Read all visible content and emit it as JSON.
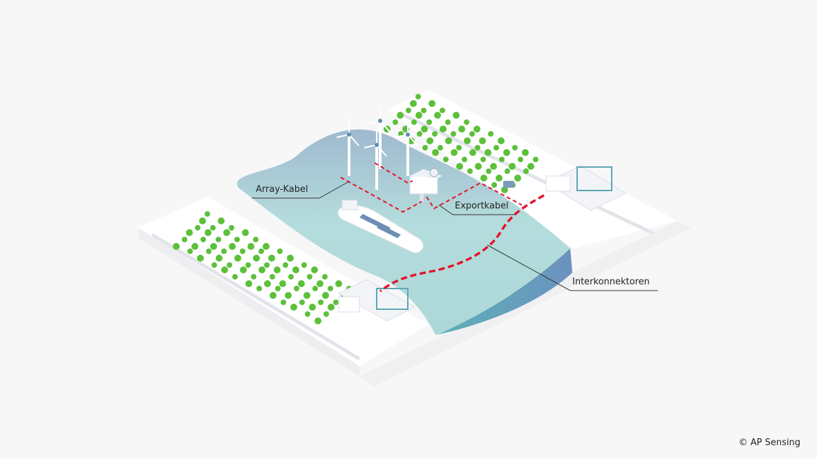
{
  "labels": {
    "array_cable": "Array-Kabel",
    "export_cable": "Exportkabel",
    "interconnectors": "Interkonnektoren"
  },
  "copyright": "© AP Sensing",
  "colors": {
    "cable": "#e3152b",
    "water_light": "#b3dcdc",
    "water_dark": "#7cb8c2",
    "tree": "#5cc03a",
    "ground": "#ffffff"
  }
}
